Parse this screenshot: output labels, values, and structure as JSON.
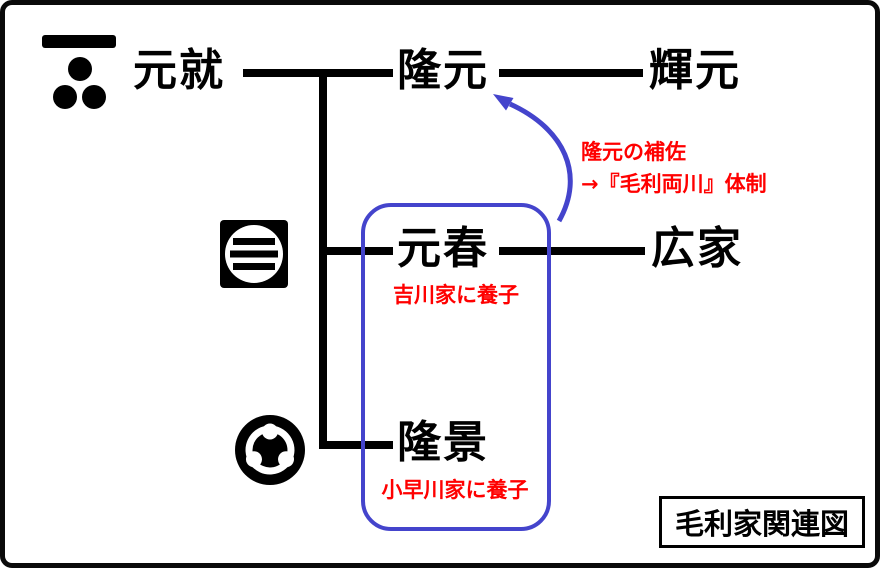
{
  "diagram": {
    "title_box": "毛利家関連図",
    "people": {
      "motonari": "元就",
      "takamoto": "隆元",
      "terumoto": "輝元",
      "motoharu": "元春",
      "hiroie": "広家",
      "takakage": "隆景"
    },
    "notes": {
      "motoharu_note": "吉川家に養子",
      "takakage_note": "小早川家に養子",
      "arrow_note_line1": "隆元の補佐",
      "arrow_note_line2": "→『毛利両川』体制"
    },
    "icons": {
      "mori_crest": "mori-ichimonji-mitsuboshi-crest",
      "kikkawa_crest": "kikkawa-mitsuhikiryo-crest",
      "kobayakawa_crest": "kobayakawa-mitsudomoe-crest"
    },
    "colors": {
      "line": "#000000",
      "highlight_blue": "#4444cc",
      "note_red": "#ff0000",
      "background": "#ffffff"
    }
  }
}
